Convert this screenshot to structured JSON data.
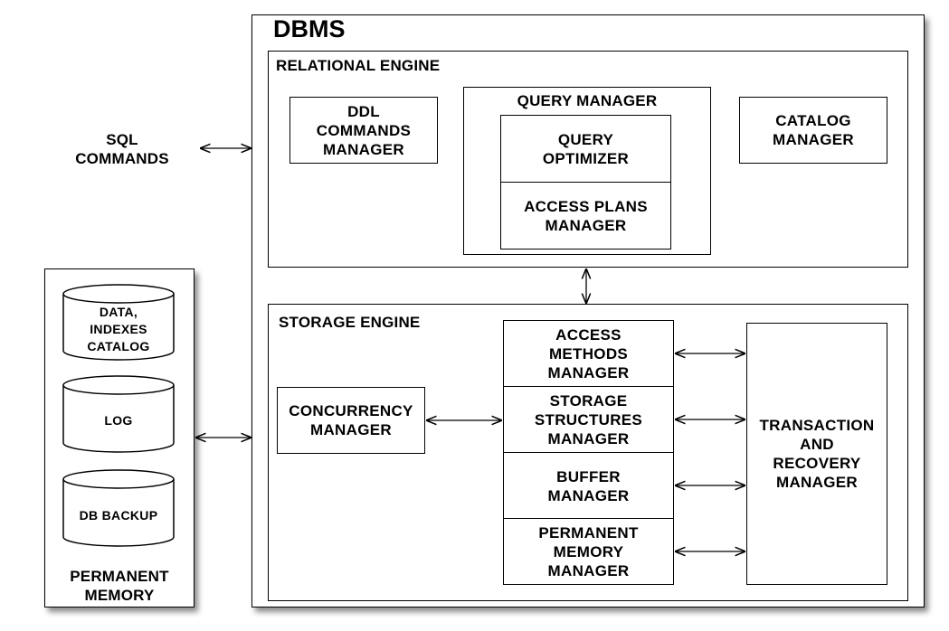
{
  "dbms": {
    "title": "DBMS",
    "relational_engine": {
      "title": "RELATIONAL ENGINE",
      "ddl_manager": "DDL\nCOMMANDS\nMANAGER",
      "query_manager": {
        "title": "QUERY MANAGER",
        "optimizer": "QUERY\nOPTIMIZER",
        "access_plans": "ACCESS PLANS\nMANAGER"
      },
      "catalog_manager": "CATALOG\nMANAGER"
    },
    "storage_engine": {
      "title": "STORAGE ENGINE",
      "concurrency_manager": "CONCURRENCY\nMANAGER",
      "stack": [
        "ACCESS\nMETHODS\nMANAGER",
        "STORAGE\nSTRUCTURES\nMANAGER",
        "BUFFER\nMANAGER",
        "PERMANENT\nMEMORY\nMANAGER"
      ],
      "transaction_manager": "TRANSACTION\nAND\nRECOVERY\nMANAGER"
    }
  },
  "sql_commands": "SQL\nCOMMANDS",
  "permanent_memory": {
    "title": "PERMANENT\nMEMORY",
    "cylinders": [
      "DATA,\nINDEXES\nCATALOG",
      "LOG",
      "DB BACKUP"
    ]
  }
}
